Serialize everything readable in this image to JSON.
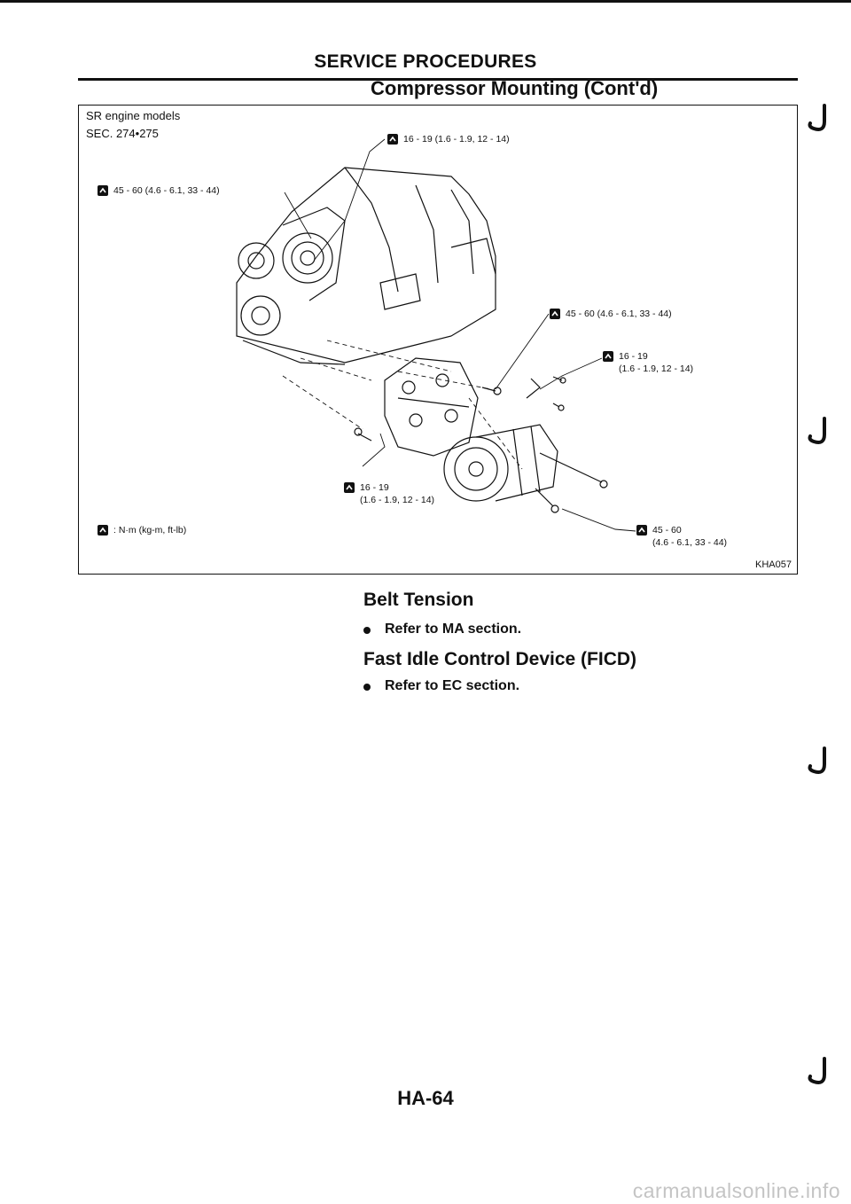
{
  "header": {
    "section_title": "SERVICE PROCEDURES",
    "subtitle": "Compressor Mounting (Cont'd)"
  },
  "figure": {
    "model_label": "SR engine models",
    "section_ref": "SEC. 274•275",
    "torque_labels": [
      {
        "line1": "16 - 19 (1.6 - 1.9, 12 - 14)",
        "line2": ""
      },
      {
        "line1": "45 - 60 (4.6 - 6.1, 33 - 44)",
        "line2": ""
      },
      {
        "line1": "45 - 60 (4.6 - 6.1, 33 - 44)",
        "line2": ""
      },
      {
        "line1": "16 - 19",
        "line2": "(1.6 - 1.9, 12 - 14)"
      },
      {
        "line1": "16 - 19",
        "line2": "(1.6 - 1.9, 12 - 14)"
      },
      {
        "line1": "45 - 60",
        "line2": "(4.6 - 6.1, 33 - 44)"
      }
    ],
    "units_legend": ": N·m (kg-m, ft-lb)",
    "figure_code": "KHA057",
    "torque_icon": "torque-wrench-icon"
  },
  "sections": [
    {
      "heading": "Belt Tension",
      "bullet": "Refer to MA section."
    },
    {
      "heading": "Fast Idle Control Device (FICD)",
      "bullet": "Refer to EC section."
    }
  ],
  "footer": {
    "page_number": "HA-64",
    "watermark": "carmanualsonline.info"
  }
}
